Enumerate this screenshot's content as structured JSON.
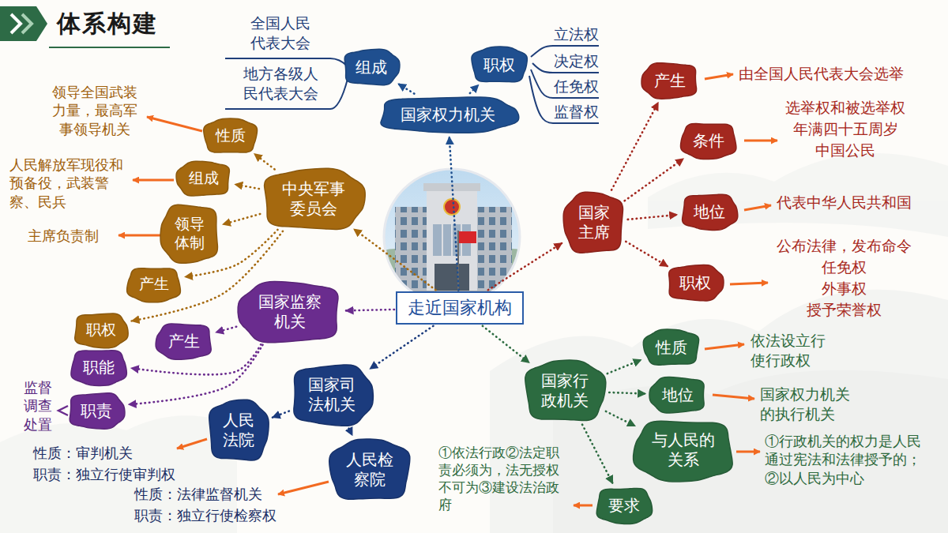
{
  "diagram": {
    "title": "体系构建",
    "nodes": [
      {
        "text": [
          "走近国家机构"
        ]
      },
      {
        "text": [
          "国家权力机关"
        ]
      },
      {
        "text": [
          "组成"
        ]
      },
      {
        "text": [
          "职权"
        ]
      },
      {
        "text": [
          "国家主席"
        ]
      },
      {
        "text": [
          "产生"
        ]
      },
      {
        "text": [
          "条件"
        ]
      },
      {
        "text": [
          "地位"
        ]
      },
      {
        "text": [
          "职权"
        ]
      },
      {
        "text": [
          "国家行政机关"
        ]
      },
      {
        "text": [
          "性质"
        ]
      },
      {
        "text": [
          "地位"
        ]
      },
      {
        "text": [
          "与人民的关系"
        ]
      },
      {
        "text": [
          "要求"
        ]
      },
      {
        "text": [
          "国家司法机关"
        ]
      },
      {
        "text": [
          "人民法院"
        ]
      },
      {
        "text": [
          "人民检察院"
        ]
      },
      {
        "text": [
          "国家监察机关"
        ]
      },
      {
        "text": [
          "产生"
        ]
      },
      {
        "text": [
          "职能"
        ]
      },
      {
        "text": [
          "职责"
        ]
      },
      {
        "text": [
          "中央军事委员会"
        ]
      },
      {
        "text": [
          "性质"
        ]
      },
      {
        "text": [
          "组成"
        ]
      },
      {
        "text": [
          "领导体制"
        ]
      },
      {
        "text": [
          "产生"
        ]
      },
      {
        "text": [
          "职权"
        ]
      }
    ],
    "edges": [
      {
        "from": 0,
        "to": 1,
        "arrow": "to"
      },
      {
        "from": 0,
        "to": 4,
        "arrow": "to"
      },
      {
        "from": 0,
        "to": 9,
        "arrow": "to"
      },
      {
        "from": 0,
        "to": 14,
        "arrow": "to"
      },
      {
        "from": 0,
        "to": 17,
        "arrow": "to"
      },
      {
        "from": 0,
        "to": 21,
        "arrow": "to"
      },
      {
        "from": 1,
        "to": 2,
        "arrow": "to"
      },
      {
        "from": 1,
        "to": 3,
        "arrow": "to"
      },
      {
        "from": 4,
        "to": 5,
        "arrow": "to"
      },
      {
        "from": 4,
        "to": 6,
        "arrow": "to"
      },
      {
        "from": 4,
        "to": 7,
        "arrow": "to"
      },
      {
        "from": 4,
        "to": 8,
        "arrow": "to"
      },
      {
        "from": 9,
        "to": 10,
        "arrow": "to"
      },
      {
        "from": 9,
        "to": 11,
        "arrow": "to"
      },
      {
        "from": 9,
        "to": 12,
        "arrow": "to"
      },
      {
        "from": 9,
        "to": 13,
        "arrow": "to"
      },
      {
        "from": 14,
        "to": 15,
        "arrow": "to"
      },
      {
        "from": 14,
        "to": 16,
        "arrow": "to"
      },
      {
        "from": 17,
        "to": 18,
        "arrow": "to"
      },
      {
        "from": 17,
        "to": 19,
        "arrow": "to"
      },
      {
        "from": 17,
        "to": 20,
        "arrow": "to"
      },
      {
        "from": 21,
        "to": 22,
        "arrow": "to"
      },
      {
        "from": 21,
        "to": 23,
        "arrow": "to"
      },
      {
        "from": 21,
        "to": 24,
        "arrow": "to"
      },
      {
        "from": 21,
        "to": 25,
        "arrow": "to"
      },
      {
        "from": 21,
        "to": 26,
        "arrow": "to"
      }
    ],
    "labels": [
      "全国人民代表大会",
      "地方各级人民代表大会",
      "立法权",
      "决定权",
      "任免权",
      "监督权",
      "由全国人民代表大会选举",
      "选举权和被选举权",
      "年满四十五周岁",
      "中国公民",
      "代表中华人民共和国",
      "公布法律，发布命令",
      "任免权",
      "外事权",
      "授予荣誉权",
      "依法设立行使行政权",
      "国家权力机关的执行机关",
      "①行政机关的权力是人民通过宪法和法律授予的；②以人民为中心",
      "①依法行政②法定职责必须为，法无授权不可为③建设法治政府",
      "性质：审判机关",
      "职责：独立行使审判权",
      "性质：法律监督机关",
      "职责：独立行使检察权",
      "监督调查处置",
      "领导全国武装力量，最高军事领导机关",
      "人民解放军现役和预备役，武装警察、民兵",
      "主席负责制"
    ]
  }
}
